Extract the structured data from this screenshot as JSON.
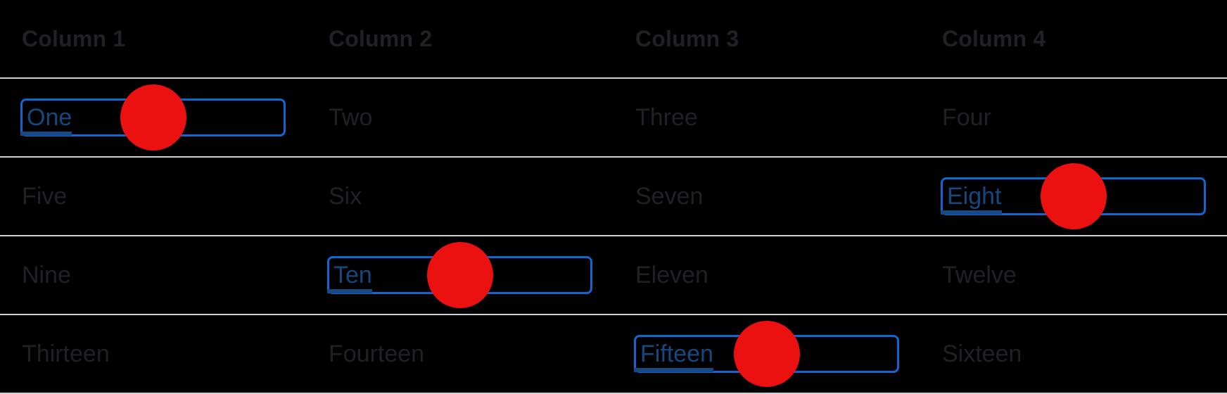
{
  "table": {
    "headers": [
      "Column 1",
      "Column 2",
      "Column 3",
      "Column 4"
    ],
    "rows": [
      {
        "cells": [
          {
            "text": "One",
            "editing": true,
            "tap_indicator": true
          },
          {
            "text": "Two",
            "editing": false
          },
          {
            "text": "Three",
            "editing": false
          },
          {
            "text": "Four",
            "editing": false
          }
        ]
      },
      {
        "cells": [
          {
            "text": "Five",
            "editing": false
          },
          {
            "text": "Six",
            "editing": false
          },
          {
            "text": "Seven",
            "editing": false
          },
          {
            "text": "Eight",
            "editing": true,
            "tap_indicator": true
          }
        ]
      },
      {
        "cells": [
          {
            "text": "Nine",
            "editing": false
          },
          {
            "text": "Ten",
            "editing": true,
            "tap_indicator": true
          },
          {
            "text": "Eleven",
            "editing": false
          },
          {
            "text": "Twelve",
            "editing": false
          }
        ]
      },
      {
        "cells": [
          {
            "text": "Thirteen",
            "editing": false
          },
          {
            "text": "Fourteen",
            "editing": false
          },
          {
            "text": "Fifteen",
            "editing": true,
            "tap_indicator": true
          },
          {
            "text": "Sixteen",
            "editing": false
          }
        ]
      }
    ]
  },
  "colors": {
    "background": "#000000",
    "row_divider": "#cfd1d4",
    "header_text": "#202124",
    "cell_text": "#202124",
    "focus_border": "#1067d2",
    "edit_text": "#16477f",
    "edit_underline": "#174a84",
    "tap_indicator": "#ec1111"
  }
}
